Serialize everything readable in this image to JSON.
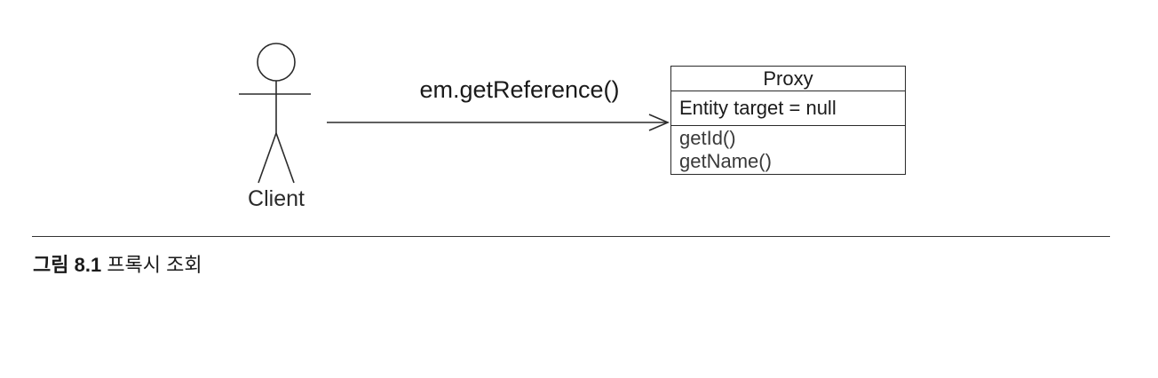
{
  "actor": {
    "label": "Client"
  },
  "message": {
    "label": "em.getReference()"
  },
  "proxy_box": {
    "title": "Proxy",
    "attribute": "Entity target = null",
    "methods": [
      "getId()",
      "getName()"
    ]
  },
  "caption": {
    "prefix": "그림 8.1",
    "text": "프록시 조회"
  }
}
